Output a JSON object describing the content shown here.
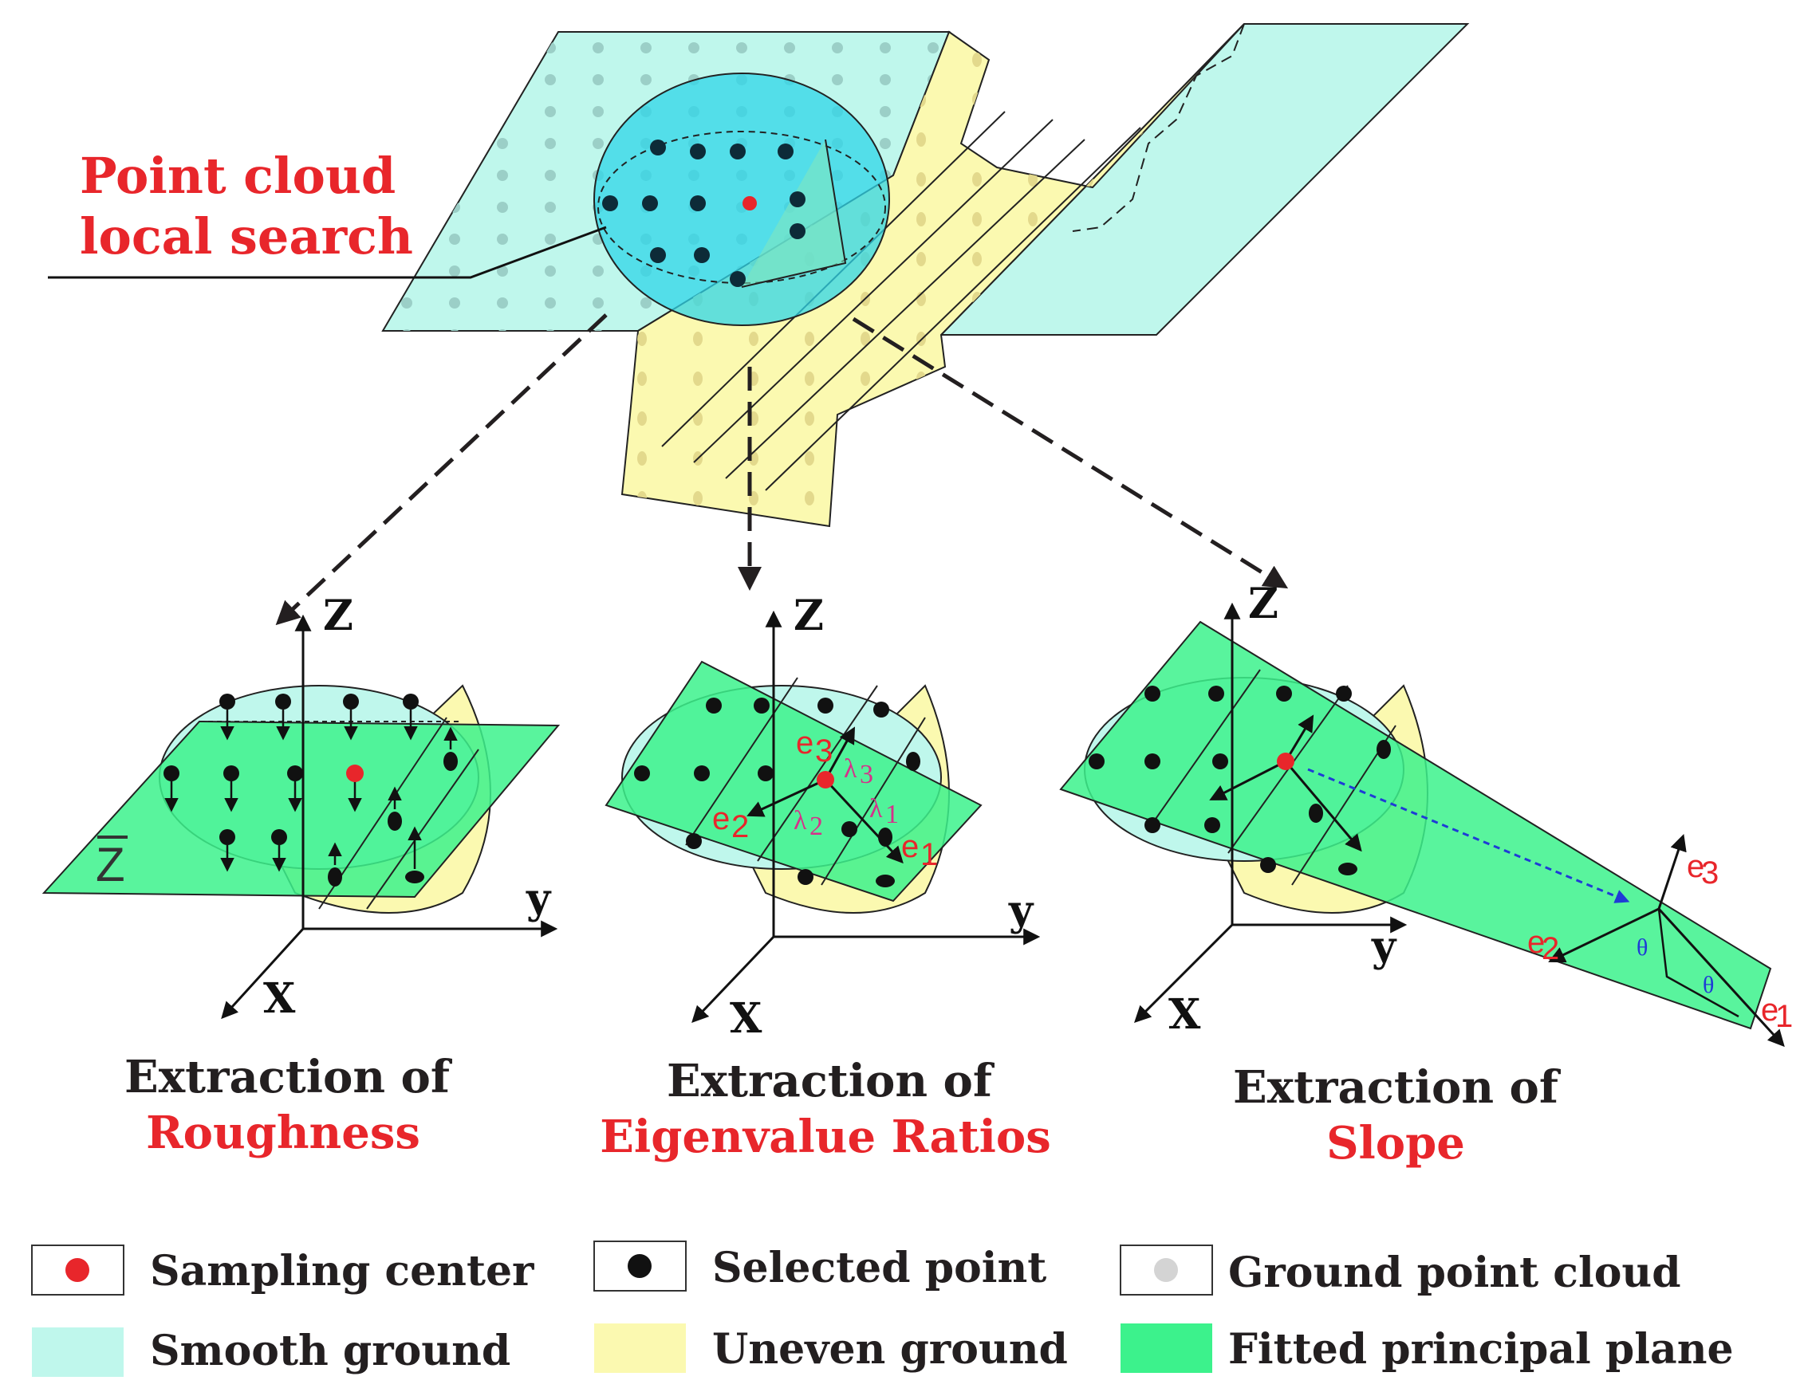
{
  "top_label": [
    "Point cloud",
    "local search"
  ],
  "panels": [
    {
      "caption_top": "Extraction of",
      "caption_bottom": "Roughness"
    },
    {
      "caption_top": "Extraction of",
      "caption_bottom": "Eigenvalue Ratios"
    },
    {
      "caption_top": "Extraction of",
      "caption_bottom": "Slope"
    }
  ],
  "axes": {
    "z": "Z",
    "y": "y",
    "x": "X"
  },
  "zbar": "Z",
  "vectors": {
    "e1": "e",
    "e2": "e",
    "e3": "e",
    "sub1": "1",
    "sub2": "2",
    "sub3": "3"
  },
  "lambdas": {
    "l1": "λ",
    "l2": "λ",
    "l3": "λ",
    "s1": "1",
    "s2": "2",
    "s3": "3"
  },
  "theta": "θ",
  "legend": [
    {
      "label": "Sampling center",
      "swatch": "red-dot"
    },
    {
      "label": "Selected point",
      "swatch": "black-dot"
    },
    {
      "label": "Ground point cloud",
      "swatch": "gray-dot"
    },
    {
      "label": "Smooth ground",
      "swatch": "#bff7ec"
    },
    {
      "label": "Uneven ground",
      "swatch": "#fbf9b0"
    },
    {
      "label": "Fitted principal plane",
      "swatch": "#3cf28c"
    }
  ],
  "colors": {
    "smooth": "#bff7ec",
    "uneven": "#fbf9b0",
    "fitted": "#3cf28c",
    "sphere": "#2fd6e8",
    "red": "#e8262b"
  }
}
